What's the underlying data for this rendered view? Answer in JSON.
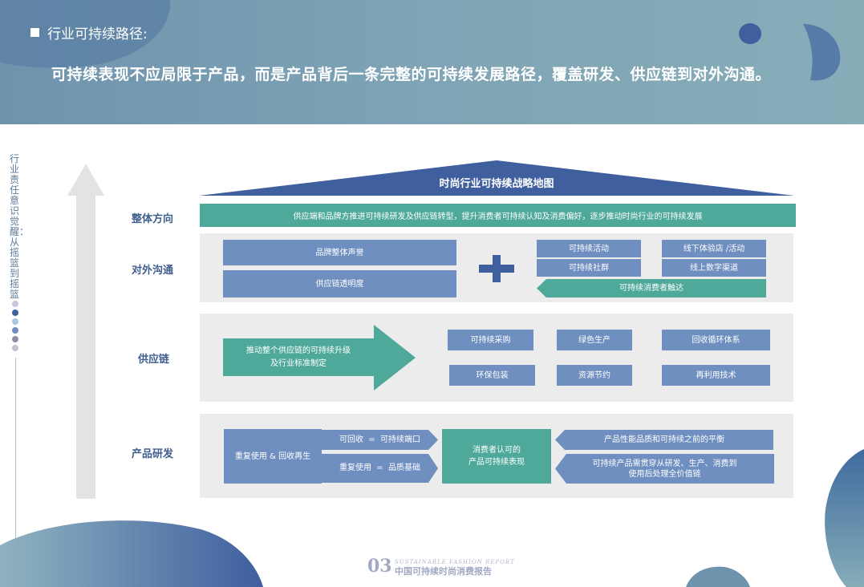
{
  "header": {
    "title": "行业可持续路径:",
    "subtitle": "可持续表现不应局限于产品，而是产品背后一条完整的可持续发展路径，覆盖研发、供应链到对外沟通。"
  },
  "side": {
    "vertical_text": "行业责任意识觉醒：从摇篮到摇篮"
  },
  "diagram": {
    "roof_title": "时尚行业可持续战略地图",
    "rows": {
      "overall": "整体方向",
      "communication": "对外沟通",
      "supply_chain": "供应链",
      "rnd": "产品研发"
    },
    "overall_text": "供应端和品牌方推进可持续研发及供应链转型，提升消费者可持续认知及消费偏好，逐步推动时尚行业的可持续发展",
    "communication": {
      "left": [
        "品牌整体声誉",
        "供应链透明度"
      ],
      "right": [
        "可持续活动",
        "线下体验店 /活动",
        "可持续社群",
        "线上数字渠道"
      ],
      "arrow": "可持续消费者触达"
    },
    "supply": {
      "arrow": [
        "推动整个供应链的可持续升级",
        "及行业标准制定"
      ],
      "items": [
        "可持续采购",
        "绿色生产",
        "回收循环体系",
        "环保包装",
        "资源节约",
        "再利用技术"
      ]
    },
    "rnd": {
      "left": "重复使用 & 回收再生",
      "mid_top": "可回收  =  可持续端口",
      "mid_bottom": "重复使用  =  品质基础",
      "center": [
        "消费者认可的",
        "产品可持续表现"
      ],
      "right_top": "产品性能品质和可持续之前的平衡",
      "right_bottom": [
        "可持续产品需贯穿从研发、生产、消费到",
        "使用后处理全价值链"
      ]
    }
  },
  "footer": {
    "page": "03",
    "en": "SUSTAINABLE FASHION REPORT",
    "cn": "中国可持续时尚消费报告"
  },
  "colors": {
    "header": "#7fa4b5",
    "blue": "#6f8fc0",
    "teal": "#4fa99a",
    "navy": "#3f5f9f",
    "panel": "#ececec"
  }
}
